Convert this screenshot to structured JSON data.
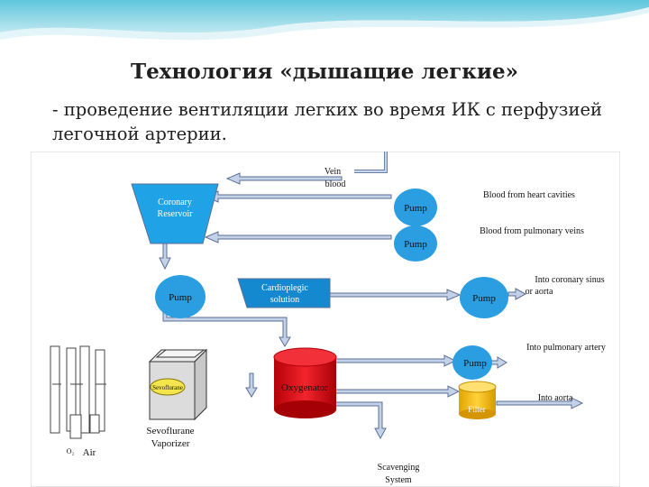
{
  "slide": {
    "title": "Технология «дышащие легкие»",
    "subtitle": "- проведение вентиляции легких во время ИК с перфузией легочной артерии."
  },
  "diagram": {
    "labels": {
      "vein_blood_1": "Vein",
      "vein_blood_2": "blood",
      "coronary_reservoir_1": "Coronary",
      "coronary_reservoir_2": "Reservoir",
      "pump": "Pump",
      "blood_heart_cavities": "Blood from heart cavities",
      "blood_pulmonary_veins": "Blood from pulmonary veins",
      "cardioplegic_1": "Cardioplegic",
      "cardioplegic_2": "solution",
      "coronary_sinus_1": "Into coronary sinus",
      "coronary_sinus_2": "or aorta",
      "pulmonary_artery": "Into pulmonary artery",
      "oxygenator": "Oxygenator",
      "into_aorta": "Into aorta",
      "filter": "Filter",
      "sevoflurane_bottle": "Sevoflurane",
      "vaporizer_1": "Sevoflurane",
      "vaporizer_2": "Vaporizer",
      "o2": "O₂",
      "air": "Air",
      "scavenging_1": "Scavenging",
      "scavenging_2": "System"
    },
    "colors": {
      "reservoir": "#1fa3e6",
      "pump": "#2a9ee0",
      "cardioplegic": "#1589cf",
      "oxygenator": "#e8101a",
      "filter": "#f6c21a",
      "bottle": "#f4e64a",
      "flow_arrow": "#c4d2e8",
      "flow_arrow_edge": "#5a6f96"
    }
  }
}
